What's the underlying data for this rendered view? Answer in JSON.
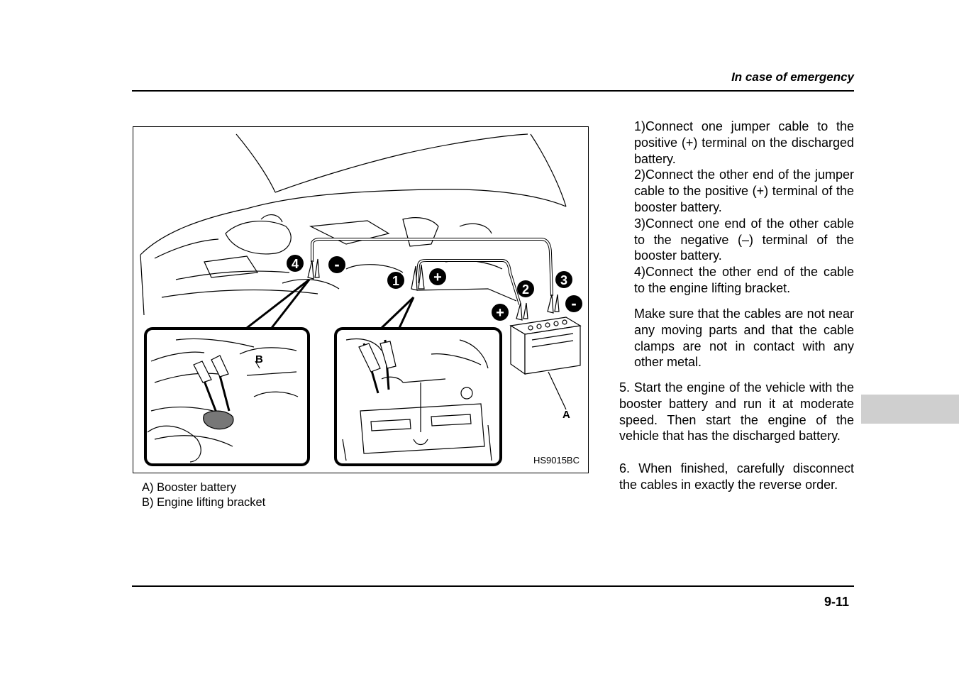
{
  "header": {
    "section_title": "In case of emergency"
  },
  "figure": {
    "code": "HS9015BC",
    "label_a": "A",
    "label_b": "B",
    "markers": {
      "one": "1",
      "two": "2",
      "three": "3",
      "four": "4",
      "plus": "+",
      "minus": "-"
    }
  },
  "captions": {
    "a": "A)  Booster battery",
    "b": "B)  Engine lifting bracket"
  },
  "steps": [
    {
      "num": "1)",
      "text": "Connect one jumper cable to the positive (+) terminal on the discharged battery."
    },
    {
      "num": "2)",
      "text": "Connect the other end of the jumper cable to the positive (+) terminal of the booster battery."
    },
    {
      "num": "3)",
      "text": "Connect one end of the other cable to the negative (–) terminal of the booster battery."
    },
    {
      "num": "4)",
      "text": "Connect the other end of the cable to the engine lifting bracket."
    }
  ],
  "note": "Make sure that the cables are not near any moving parts and that the cable clamps are not in contact with any other metal.",
  "paragraphs": {
    "p5": "5. Start the engine of the vehicle with the booster battery and run it at moderate speed. Then start the engine of the vehicle that has the discharged battery.",
    "p6": "6. When finished, carefully disconnect the cables in exactly the reverse order."
  },
  "footer": {
    "page_number": "9-11"
  }
}
